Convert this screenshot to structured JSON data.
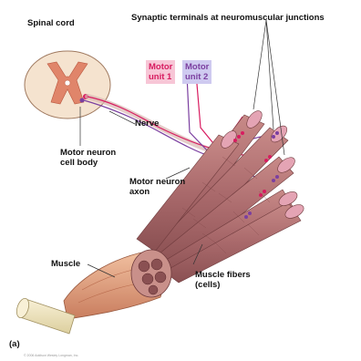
{
  "labels": {
    "spinal_cord": "Spinal cord",
    "synaptic_terminals": "Synaptic terminals at neuromuscular junctions",
    "motor_unit_1": "Motor\nunit 1",
    "motor_unit_2": "Motor\nunit 2",
    "nerve": "Nerve",
    "motor_neuron_cell_body": "Motor neuron\ncell body",
    "motor_neuron_axon": "Motor neuron\naxon",
    "muscle": "Muscle",
    "muscle_fibers": "Muscle fibers\n(cells)",
    "panel": "(a)",
    "copyright": "© 2006 Addison Wesley Longman, Inc."
  },
  "colors": {
    "motor_unit_1": "#d81b60",
    "motor_unit_2": "#7b3fa0",
    "motor_unit_1_bg": "#f7c6d6",
    "motor_unit_2_bg": "#cfcaf0",
    "muscle_fiber": "#a8686a",
    "gray_matter": "#e0856a",
    "white_matter": "#f5e3cf",
    "bone": "#f1e7c5",
    "muscle_belly": "#e0a07e"
  }
}
